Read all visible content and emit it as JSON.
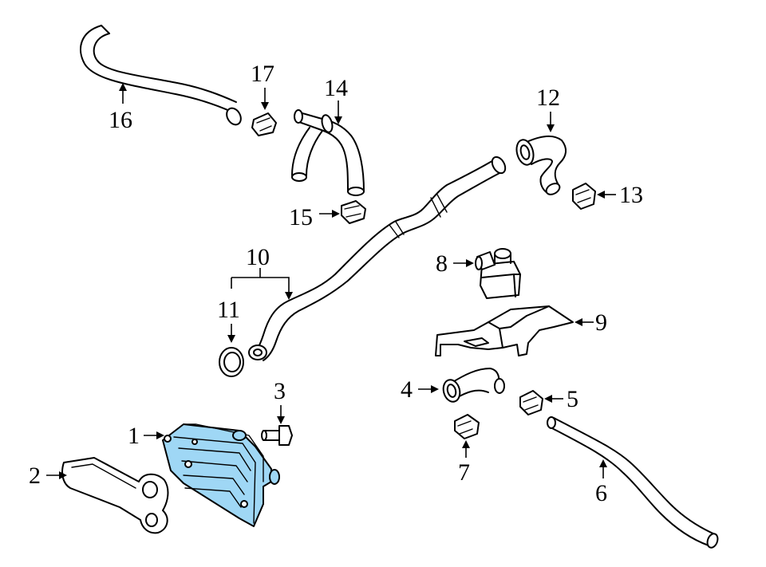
{
  "diagram": {
    "callouts": [
      {
        "id": "c1",
        "label": "1"
      },
      {
        "id": "c2",
        "label": "2"
      },
      {
        "id": "c3",
        "label": "3"
      },
      {
        "id": "c4",
        "label": "4"
      },
      {
        "id": "c5",
        "label": "5"
      },
      {
        "id": "c6",
        "label": "6"
      },
      {
        "id": "c7",
        "label": "7"
      },
      {
        "id": "c8",
        "label": "8"
      },
      {
        "id": "c9",
        "label": "9"
      },
      {
        "id": "c10",
        "label": "10"
      },
      {
        "id": "c11",
        "label": "11"
      },
      {
        "id": "c12",
        "label": "12"
      },
      {
        "id": "c13",
        "label": "13"
      },
      {
        "id": "c14",
        "label": "14"
      },
      {
        "id": "c15",
        "label": "15"
      },
      {
        "id": "c16",
        "label": "16"
      },
      {
        "id": "c17",
        "label": "17"
      }
    ],
    "highlight_color": "#9fd7f5",
    "highlighted_part": "1"
  }
}
